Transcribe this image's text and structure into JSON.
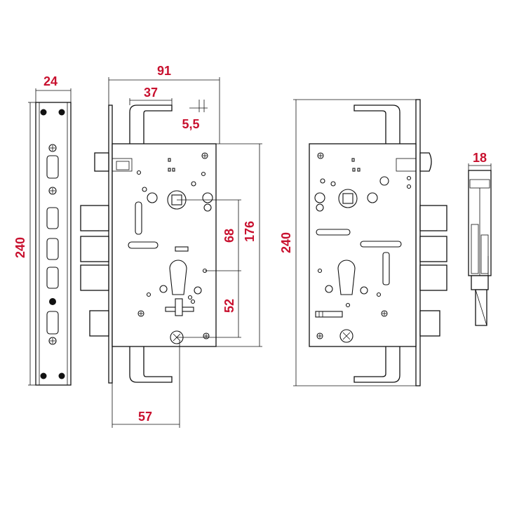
{
  "dimensions": {
    "faceplate_width": "24",
    "faceplate_height": "240",
    "body_width": "91",
    "backset_top": "37",
    "offset": "5,5",
    "spindle_to_cylinder": "68",
    "body_height": "176",
    "cylinder_to_lower": "52",
    "backset": "57",
    "side_height": "240",
    "bolt_width": "18"
  },
  "colors": {
    "dimension_text": "#c8102e",
    "line": "#111111",
    "background": "#ffffff"
  }
}
